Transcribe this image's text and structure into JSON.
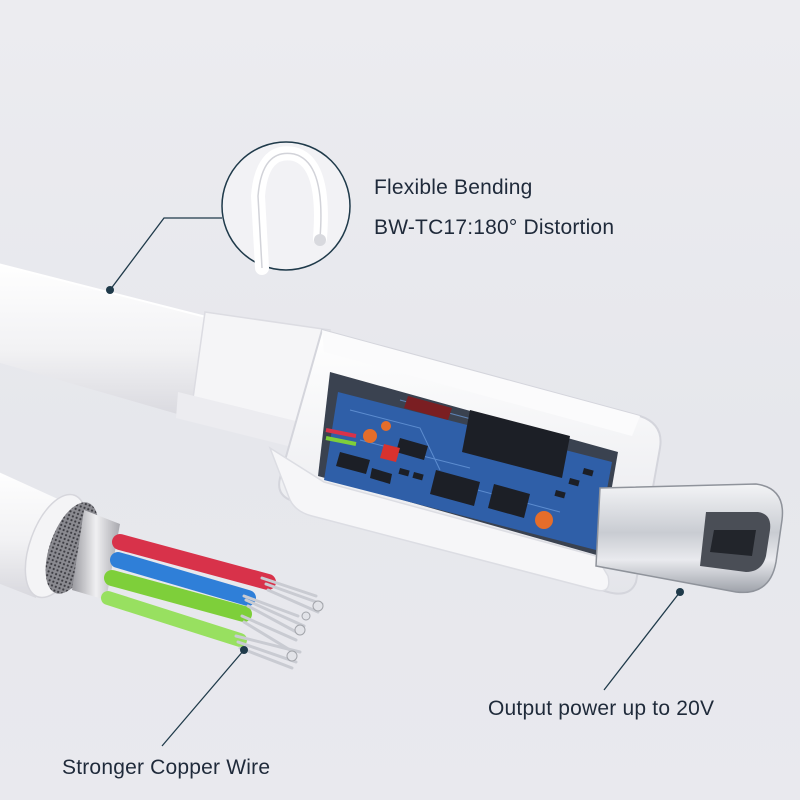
{
  "callouts": {
    "flexible_bending": {
      "title": "Flexible Bending",
      "subtitle": "BW-TC17:180° Distortion"
    },
    "output_power": "Output power up to 20V",
    "copper_wire": "Stronger Copper Wire"
  },
  "colors": {
    "background": "#e8e8ed",
    "leader_line": "#1f3a4a",
    "label_text": "#1f2a3a",
    "pcb_blue": "#2f5fa8",
    "wire_red": "#d8324a",
    "wire_blue": "#2f7fd8",
    "wire_green": "#7ecf3a",
    "cable_white": "#f4f4f6"
  },
  "icons": {
    "bend_inset": "bent-cable-circle-icon",
    "connector": "usb-c-plug",
    "copper_strands": "copper-wire-strands"
  }
}
